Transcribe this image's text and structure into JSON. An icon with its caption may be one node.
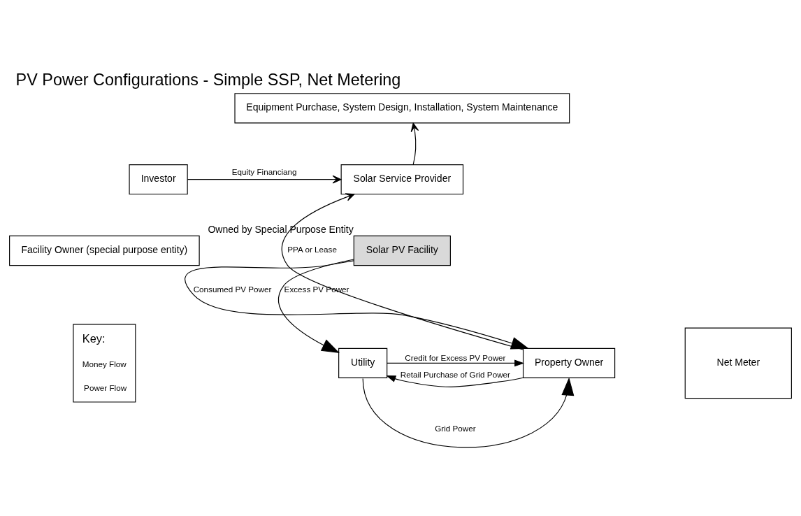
{
  "diagram": {
    "title": "PV Power Configurations - Simple SSP, Net Metering",
    "nodes": [
      {
        "text": [
          "Equipment Purchase, System Design, Installation, System Maintenance"
        ]
      },
      {
        "text": [
          "Investor"
        ]
      },
      {
        "text": [
          "Solar Service Provider"
        ]
      },
      {
        "text": [
          "Facility Owner (special purpose entity)"
        ]
      },
      {
        "text": [
          "Solar PV Facility"
        ],
        "beside": [
          "Owned by Special Purpose Entity"
        ]
      },
      {
        "text": [
          "Property Owner"
        ]
      },
      {
        "text": [
          "Net Meter"
        ]
      },
      {
        "text": [
          "Utility"
        ]
      }
    ],
    "edges": [
      {
        "from": 2,
        "to": 0,
        "arrow": "to"
      },
      {
        "from": 1,
        "to": 2,
        "arrow": "to",
        "label": "Equity Financiang"
      },
      {
        "from": 5,
        "to": 2,
        "arrow": "to",
        "label": "PPA or Lease"
      },
      {
        "from": 4,
        "to": 5,
        "arrow": "to",
        "label": "Consumed PV Power"
      },
      {
        "from": 4,
        "to": 7,
        "arrow": "to",
        "label": "Excess PV Power"
      },
      {
        "from": 7,
        "to": 5,
        "arrow": "to",
        "label": "Credit for Excess PV Power"
      },
      {
        "from": 5,
        "to": 7,
        "arrow": "to",
        "label": "Retail Purchase of Grid Power"
      },
      {
        "from": 7,
        "to": 5,
        "arrow": "to",
        "label": "Grid Power"
      }
    ],
    "labels": [
      "Key:"
    ],
    "legend": [
      {
        "text": "Money Flow"
      },
      {
        "text": "Power Flow"
      }
    ]
  }
}
